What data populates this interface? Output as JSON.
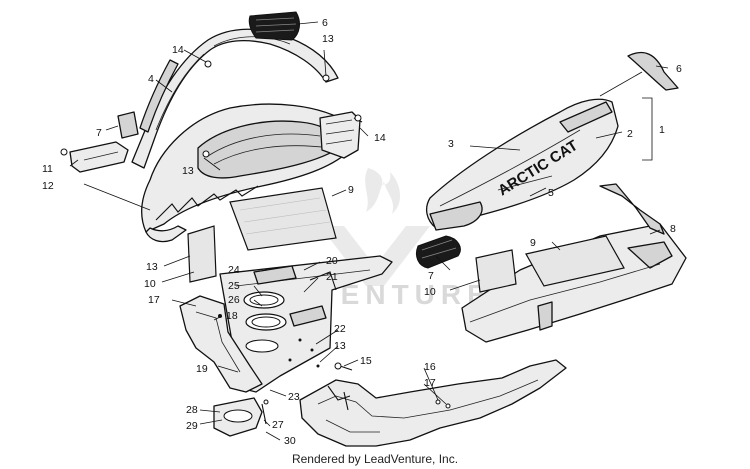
{
  "callouts": [
    "1",
    "2",
    "3",
    "4",
    "5",
    "6",
    "6",
    "7",
    "7",
    "8",
    "9",
    "9",
    "10",
    "10",
    "11",
    "12",
    "13",
    "13",
    "13",
    "13",
    "14",
    "14",
    "15",
    "16",
    "17",
    "17",
    "18",
    "19",
    "20",
    "21",
    "22",
    "23",
    "24",
    "25",
    "26",
    "27",
    "28",
    "29",
    "30"
  ],
  "decal_text": "ARCTIC CAT",
  "watermark_text": "VENTURE",
  "footer_credit": "Rendered by LeadVenture, Inc."
}
